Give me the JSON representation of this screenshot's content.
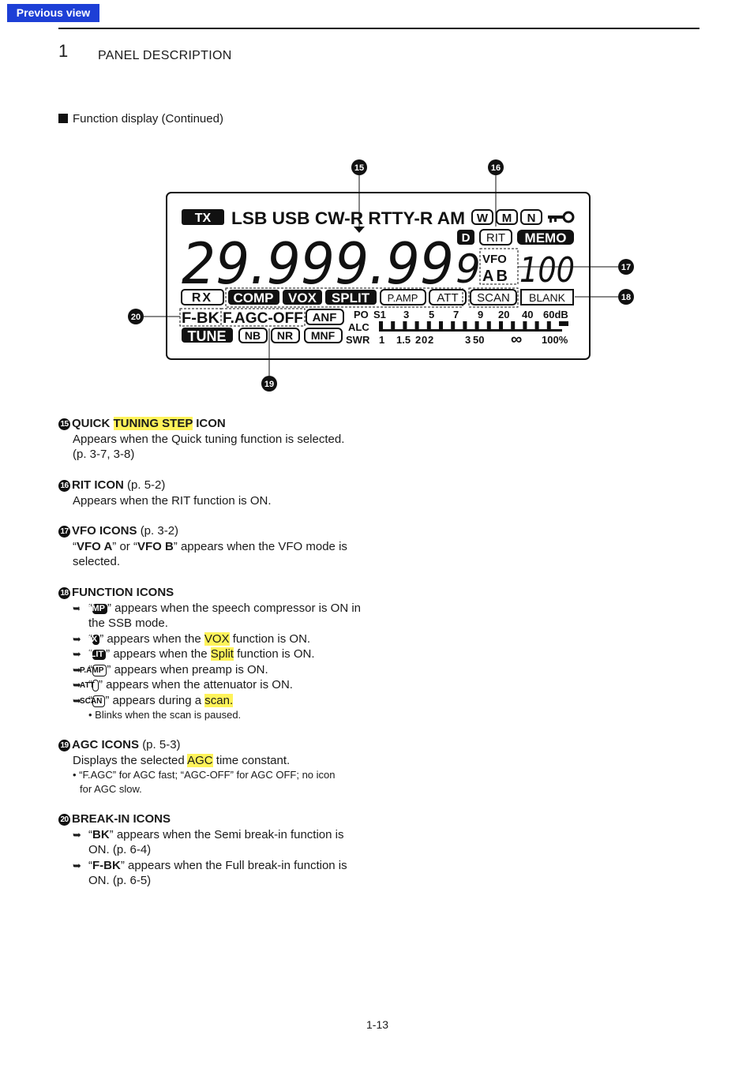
{
  "nav": {
    "previous_view": "Previous view"
  },
  "header": {
    "chapter_number": "1",
    "chapter_title": "PANEL DESCRIPTION"
  },
  "section": {
    "title": "Function display (Continued)"
  },
  "lcd": {
    "callouts": [
      "15",
      "16",
      "17",
      "18",
      "19",
      "20"
    ],
    "tx": "TX",
    "modes": "LSB USB CW-R RTTY-R AM",
    "small_icons": [
      "W",
      "M",
      "N"
    ],
    "key_icon": "key-icon",
    "d_icon": "D",
    "rit": "RIT",
    "memo": "MEMO",
    "frequency": "29.999.99",
    "freq_small_digit": "9",
    "vfo": "VFO",
    "ab": "AB",
    "channel": "100",
    "function_icons": [
      "RX",
      "COMP",
      "VOX",
      "SPLIT",
      "P.AMP",
      "ATT",
      "SCAN",
      "BLANK"
    ],
    "fbk": "F-BK",
    "agc": "F.AGC-OFF",
    "anf": "ANF",
    "tune": "TUNE",
    "nb": "NB",
    "nr": "NR",
    "mnf": "MNF",
    "meter_labels": [
      "PO",
      "ALC",
      "SWR"
    ],
    "scale_top": [
      "S1",
      "3",
      "5",
      "7",
      "9",
      "20",
      "40",
      "60dB"
    ],
    "scale_bottom": [
      "1",
      "1.5",
      "2",
      "0",
      "2",
      "3",
      "50",
      "∞",
      "100%"
    ]
  },
  "items": [
    {
      "num": "15",
      "title_a": "QUICK",
      "title_hl": "TUNING STEP",
      "title_b": "ICON",
      "lines": [
        "Appears when the Quick tuning function is selected.",
        "(p. 3-7, 3-8)"
      ]
    },
    {
      "num": "16",
      "title": "RIT ICON",
      "ref": "(p. 5-2)",
      "lines": [
        "Appears when the RIT function is ON."
      ]
    },
    {
      "num": "17",
      "title": "VFO ICONS",
      "ref": "(p. 3-2)",
      "quote_a": "VFO A",
      "quote_b": "VFO B",
      "text_or": "” or “",
      "text_tail": "” appears when the VFO mode is selected."
    },
    {
      "num": "18",
      "title": "FUNCTION ICONS",
      "bullets": [
        {
          "icon": "COMP",
          "text": "appears when the speech compressor is ON in the SSB mode."
        },
        {
          "icon": "VOX",
          "pre": "appears when the",
          "hl": "VOX",
          "post": "function is ON."
        },
        {
          "icon": "SPLIT",
          "pre": "appears when the",
          "hl": "Split",
          "post": "function is ON."
        },
        {
          "icon": "P.AMP",
          "text": "appears when preamp is ON."
        },
        {
          "icon": "ATT",
          "text": "appears when the attenuator is ON."
        },
        {
          "icon": "SCAN",
          "pre": "appears during a",
          "hl": "scan."
        }
      ],
      "note": "• Blinks when the scan is paused."
    },
    {
      "num": "19",
      "title": "AGC ICONS",
      "ref": "(p. 5-3)",
      "pre": "Displays the selected",
      "hl": "AGC",
      "post": "time constant.",
      "note_a": "• “F.AGC” for AGC fast; “AGC-OFF” for AGC OFF; no icon",
      "note_b": "for AGC slow."
    },
    {
      "num": "20",
      "title": "BREAK-IN ICONS",
      "b1_bold": "BK",
      "b1_text": "” appears when the Semi break-in function is ON. (p. 6-4)",
      "b2_bold": "F-BK",
      "b2_text": "” appears when the Full break-in function is ON. (p. 6-5)"
    }
  ],
  "footer": {
    "page": "1-13"
  }
}
